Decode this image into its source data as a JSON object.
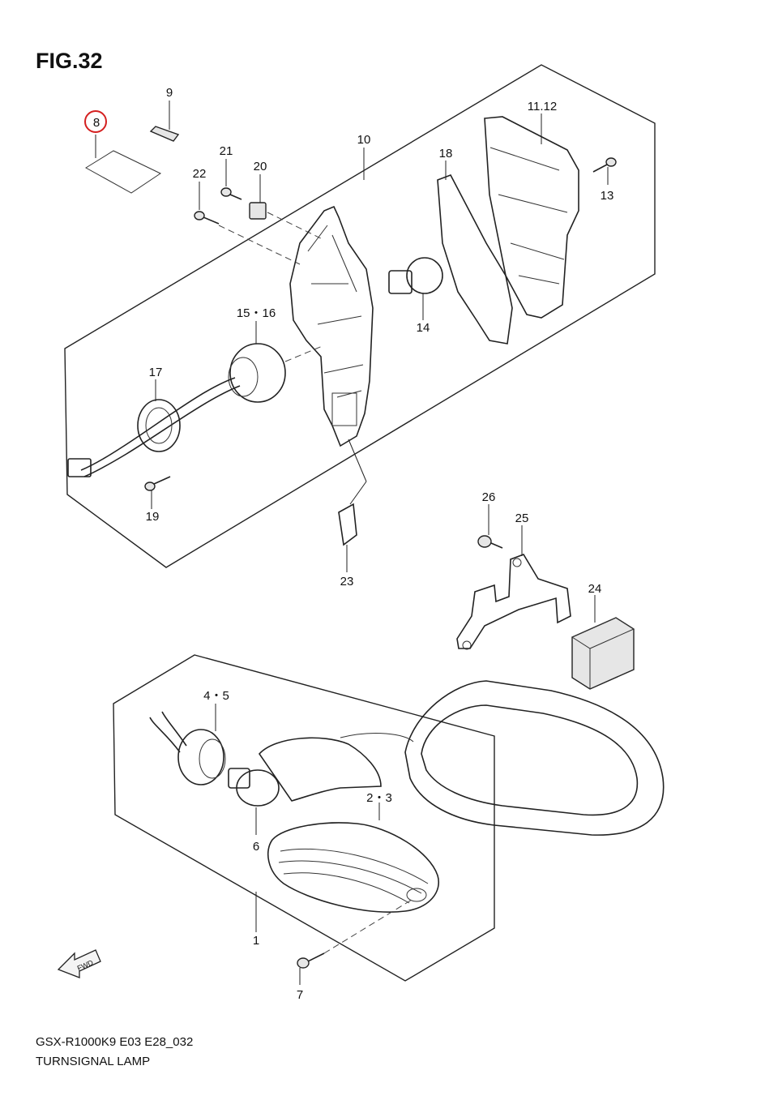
{
  "figure": {
    "title": "FIG.32"
  },
  "highlight_color": "#d42020",
  "callouts": {
    "c1": "1",
    "c2_3": "2・3",
    "c4_5": "4・5",
    "c6": "6",
    "c7": "7",
    "c8": "8",
    "c9": "9",
    "c10": "10",
    "c11_12": "11.12",
    "c13": "13",
    "c14": "14",
    "c15_16": "15・16",
    "c17": "17",
    "c18": "18",
    "c19": "19",
    "c20": "20",
    "c21": "21",
    "c22": "22",
    "c23": "23",
    "c24": "24",
    "c25": "25",
    "c26": "26"
  },
  "fwd_label": "FWD",
  "footer": {
    "model": "GSX-R1000K9 E03 E28_032",
    "name": "TURNSIGNAL LAMP"
  }
}
